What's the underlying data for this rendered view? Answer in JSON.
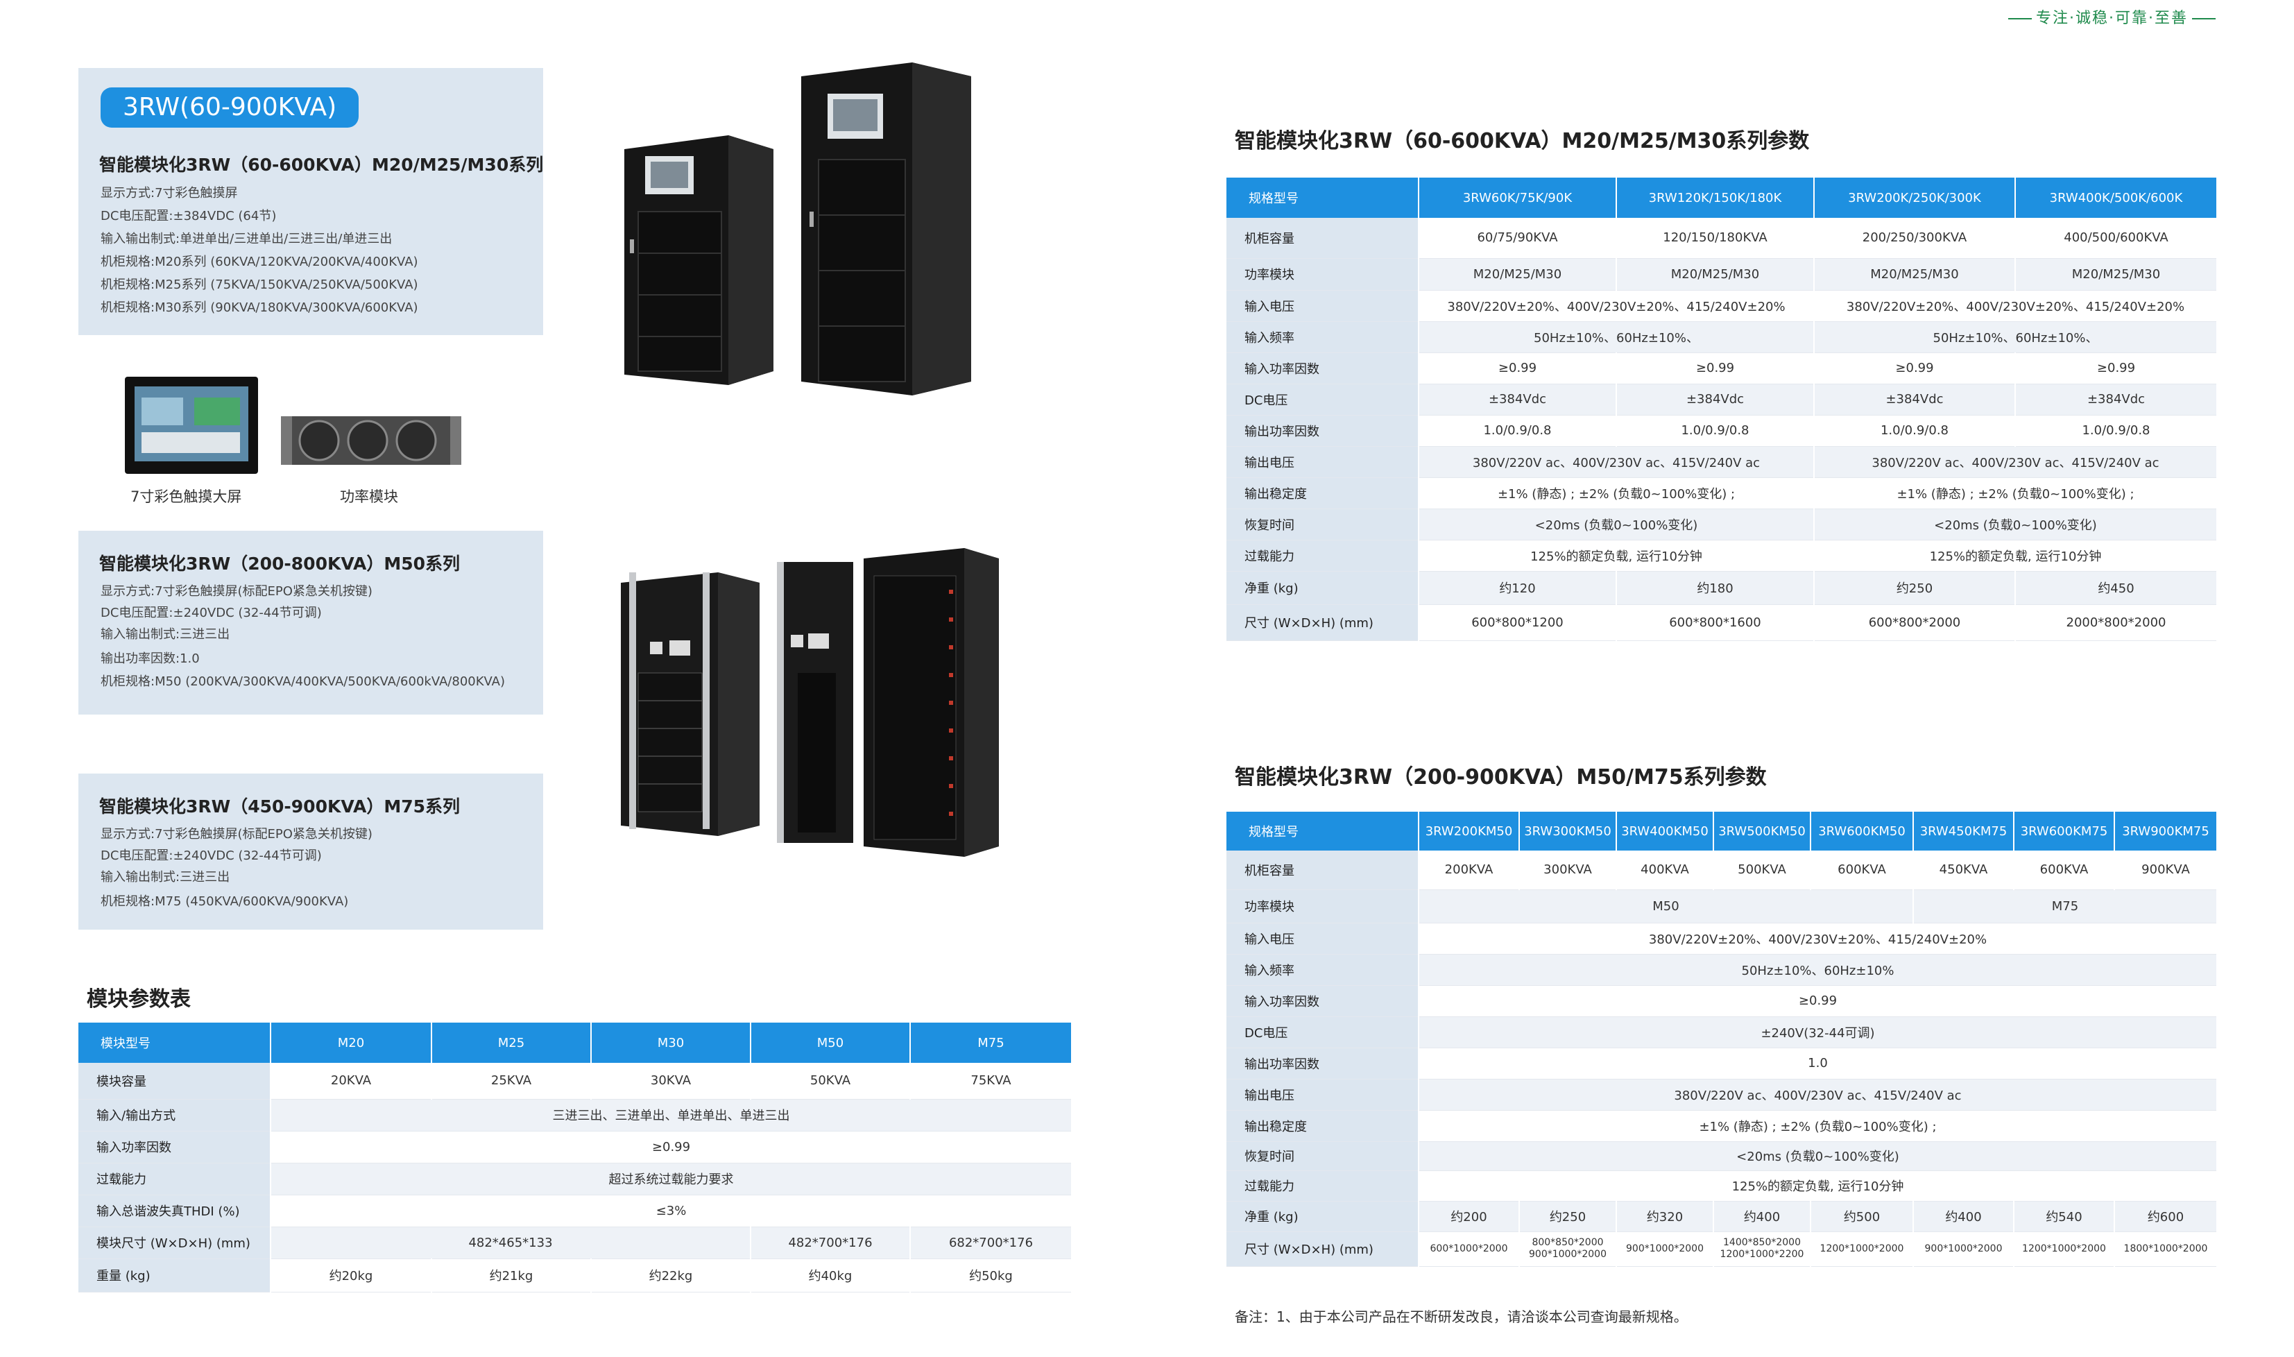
{
  "logo": {
    "slogan": "专注·诚稳·可靠·至善"
  },
  "box1": {
    "pill": "3RW(60-900KVA)",
    "title": "智能模块化3RW（60-600KVA）M20/M25/M30系列",
    "lines": [
      "显示方式:7寸彩色触摸屏",
      "DC电压配置:±384VDC (64节)",
      "输入输出制式:单进单出/三进单出/三进三出/单进三出",
      "机柜规格:M20系列 (60KVA/120KVA/200KVA/400KVA)",
      "机柜规格:M25系列 (75KVA/150KVA/250KVA/500KVA)",
      "机柜规格:M30系列 (90KVA/180KVA/300KVA/600KVA)"
    ]
  },
  "captions": {
    "screen": "7寸彩色触摸大屏",
    "module": "功率模块"
  },
  "box2": {
    "title": "智能模块化3RW（200-800KVA）M50系列",
    "lines": [
      "显示方式:7寸彩色触摸屏(标配EPO紧急关机按键)",
      "DC电压配置:±240VDC (32-44节可调)",
      "输入输出制式:三进三出",
      "输出功率因数:1.0",
      "机柜规格:M50 (200KVA/300KVA/400KVA/500KVA/600kVA/800KVA)"
    ]
  },
  "box3": {
    "title": "智能模块化3RW（450-900KVA）M75系列",
    "lines": [
      "显示方式:7寸彩色触摸屏(标配EPO紧急关机按键)",
      "DC电压配置:±240VDC (32-44节可调)",
      "输入输出制式:三进三出",
      "机柜规格:M75 (450KVA/600KVA/900KVA)"
    ]
  },
  "module_table": {
    "title": "模块参数表",
    "header": [
      "模块型号",
      "M20",
      "M25",
      "M30",
      "M50",
      "M75"
    ],
    "rows": {
      "capacity": [
        "模块容量",
        "20KVA",
        "25KVA",
        "30KVA",
        "50KVA",
        "75KVA"
      ],
      "io_mode": [
        "输入/输出方式",
        "三进三出、三进单出、单进单出、单进三出"
      ],
      "pf": [
        "输入功率因数",
        "≥0.99"
      ],
      "overload": [
        "过载能力",
        "超过系统过载能力要求"
      ],
      "thdi": [
        "输入总谐波失真THDI (%)",
        "≤3%"
      ],
      "size": [
        "模块尺寸 (W×D×H) (mm)",
        "482*465*133",
        "482*700*176",
        "682*700*176"
      ],
      "weight": [
        "重量 (kg)",
        "约20kg",
        "约21kg",
        "约22kg",
        "约40kg",
        "约50kg"
      ]
    }
  },
  "table1": {
    "title": "智能模块化3RW（60-600KVA）M20/M25/M30系列参数",
    "header": [
      "规格型号",
      "3RW60K/75K/90K",
      "3RW120K/150K/180K",
      "3RW200K/250K/300K",
      "3RW400K/500K/600K"
    ],
    "rows": {
      "capacity": [
        "机柜容量",
        "60/75/90KVA",
        "120/150/180KVA",
        "200/250/300KVA",
        "400/500/600KVA"
      ],
      "module": [
        "功率模块",
        "M20/M25/M30",
        "M20/M25/M30",
        "M20/M25/M30",
        "M20/M25/M30"
      ],
      "in_v": [
        "输入电压",
        "380V/220V±20%、400V/230V±20%、415/240V±20%",
        "380V/220V±20%、400V/230V±20%、415/240V±20%"
      ],
      "in_f": [
        "输入频率",
        "50Hz±10%、60Hz±10%、",
        "50Hz±10%、60Hz±10%、"
      ],
      "pf": [
        "输入功率因数",
        "≥0.99",
        "≥0.99",
        "≥0.99",
        "≥0.99"
      ],
      "dc": [
        "DC电压",
        "±384Vdc",
        "±384Vdc",
        "±384Vdc",
        "±384Vdc"
      ],
      "out_pf": [
        "输出功率因数",
        "1.0/0.9/0.8",
        "1.0/0.9/0.8",
        "1.0/0.9/0.8",
        "1.0/0.9/0.8"
      ],
      "out_v": [
        "输出电压",
        "380V/220V ac、400V/230V ac、415V/240V ac",
        "380V/220V ac、400V/230V ac、415V/240V ac"
      ],
      "stab": [
        "输出稳定度",
        "±1% (静态) ; ±2% (负载0~100%变化) ;",
        "±1% (静态) ; ±2% (负载0~100%变化) ;"
      ],
      "recover": [
        "恢复时间",
        "<20ms (负载0~100%变化)",
        "<20ms (负载0~100%变化)"
      ],
      "overload": [
        "过载能力",
        "125%的额定负载, 运行10分钟",
        "125%的额定负载, 运行10分钟"
      ],
      "weight": [
        "净重 (kg)",
        "约120",
        "约180",
        "约250",
        "约450"
      ],
      "size": [
        "尺寸 (W×D×H) (mm)",
        "600*800*1200",
        "600*800*1600",
        "600*800*2000",
        "2000*800*2000"
      ]
    }
  },
  "table2": {
    "title": "智能模块化3RW（200-900KVA）M50/M75系列参数",
    "header": [
      "规格型号",
      "3RW200KM50",
      "3RW300KM50",
      "3RW400KM50",
      "3RW500KM50",
      "3RW600KM50",
      "3RW450KM75",
      "3RW600KM75",
      "3RW900KM75"
    ],
    "rows": {
      "capacity": [
        "机柜容量",
        "200KVA",
        "300KVA",
        "400KVA",
        "500KVA",
        "600KVA",
        "450KVA",
        "600KVA",
        "900KVA"
      ],
      "module": [
        "功率模块",
        "M50",
        "M75"
      ],
      "in_v": [
        "输入电压",
        "380V/220V±20%、400V/230V±20%、415/240V±20%"
      ],
      "in_f": [
        "输入频率",
        "50Hz±10%、60Hz±10%"
      ],
      "pf": [
        "输入功率因数",
        "≥0.99"
      ],
      "dc": [
        "DC电压",
        "±240V(32-44可调)"
      ],
      "out_pf": [
        "输出功率因数",
        "1.0"
      ],
      "out_v": [
        "输出电压",
        "380V/220V ac、400V/230V ac、415V/240V ac"
      ],
      "stab": [
        "输出稳定度",
        "±1% (静态) ; ±2% (负载0~100%变化) ;"
      ],
      "recover": [
        "恢复时间",
        "<20ms (负载0~100%变化)"
      ],
      "overload": [
        "过载能力",
        "125%的额定负载, 运行10分钟"
      ],
      "weight": [
        "净重 (kg)",
        "约200",
        "约250",
        "约320",
        "约400",
        "约500",
        "约400",
        "约540",
        "约600"
      ],
      "size": [
        "尺寸 (W×D×H) (mm)",
        "600*1000*2000",
        "800*850*2000",
        "900*1000*2000",
        "900*1000*2000",
        "1400*850*2000",
        "1200*1000*2200",
        "1200*1000*2000",
        "900*1000*2000",
        "1200*1000*2000",
        "1800*1000*2000"
      ]
    },
    "note": "备注：1、由于本公司产品在不断研发改良，请洽谈本公司查询最新规格。"
  },
  "colors": {
    "header_blue": "#1e90e0",
    "box_bg": "#dce6f0",
    "brand_green": "#1f8a4c"
  }
}
